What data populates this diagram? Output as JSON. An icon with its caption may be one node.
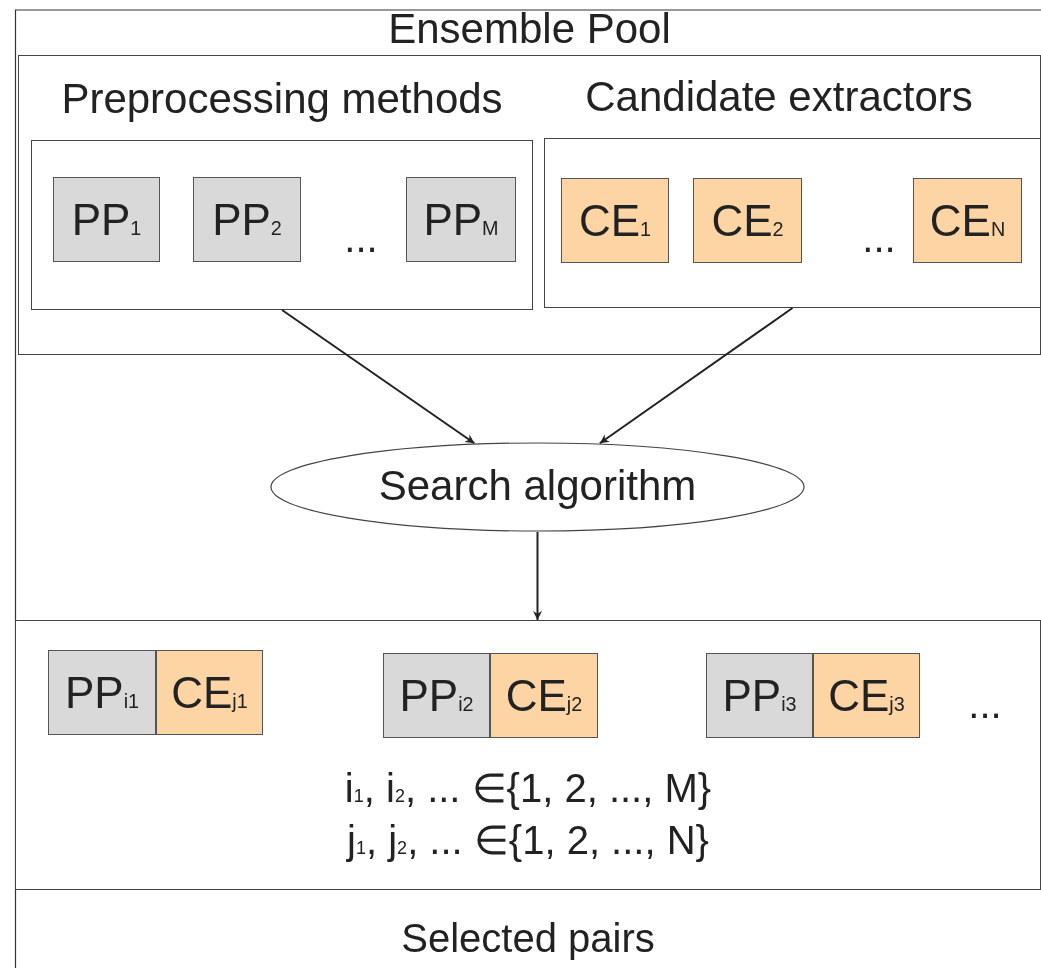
{
  "diagram": {
    "nodes": [
      {
        "text": [
          "Ensemble Pool"
        ]
      },
      {
        "text": [
          "Preprocessing methods",
          "..."
        ],
        "in": 0
      },
      {
        "text": [
          "PP$_{1}$"
        ],
        "in": 1
      },
      {
        "text": [
          "PP$_{2}$"
        ],
        "in": 1
      },
      {
        "text": [
          "PP$_{M}$"
        ],
        "in": 1
      },
      {
        "text": [
          "Candidate extractors",
          "..."
        ],
        "in": 0
      },
      {
        "text": [
          "CE$_{1}$"
        ],
        "in": 5
      },
      {
        "text": [
          "CE$_{2}$"
        ],
        "in": 5
      },
      {
        "text": [
          "CE$_{N}$"
        ],
        "in": 5
      },
      {
        "text": [
          "Search algorithm"
        ]
      },
      {
        "text": [
          "Selected pairs",
          "...",
          "i$_{1}$, i$_{2}$, ... ∈{1, 2, ..., M}",
          "j$_{1}$, j$_{2}$, ... ∈{1, 2, ..., N}"
        ]
      },
      {
        "text": [
          "PP$_{i1}$"
        ],
        "in": 10
      },
      {
        "text": [
          "CE$_{j1}$"
        ],
        "in": 10
      },
      {
        "text": [
          "PP$_{i2}$"
        ],
        "in": 10
      },
      {
        "text": [
          "CE$_{j2}$"
        ],
        "in": 10
      },
      {
        "text": [
          "PP$_{i3}$"
        ],
        "in": 10
      },
      {
        "text": [
          "CE$_{j3}$"
        ],
        "in": 10
      }
    ],
    "edges": [
      {
        "from": 1,
        "to": 9,
        "arrow": "to"
      },
      {
        "from": 5,
        "to": 9,
        "arrow": "to"
      },
      {
        "from": 9,
        "to": 10,
        "arrow": "to"
      }
    ]
  }
}
